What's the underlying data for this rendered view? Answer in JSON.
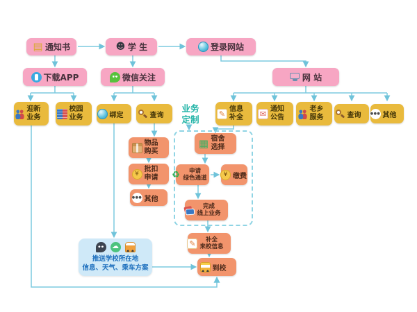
{
  "palette": {
    "pink_box": "#f7a6c3",
    "gold_box": "#e9ba3d",
    "orange_box": "#f2946c",
    "arrow": "#7ccadf",
    "teal_label": "#1fb3a6",
    "push_box_bg": "#cfe9f8",
    "push_box_text": "#1d6fbd",
    "dashed_border": "#8fd4e4"
  },
  "icons": {
    "document-icon": "▤",
    "student-icon": "☻",
    "globe-icon": "",
    "app-icon": "",
    "wechat-icon": "",
    "monitor-icon": "",
    "people-icon": "",
    "campus-icon": "",
    "magnifier-icon": "",
    "pencil-icon": "✎",
    "mail-icon": "✉",
    "dots-icon": "●●●",
    "box-icon": "",
    "yen-icon": "¥",
    "building-icon": "▦",
    "recycle-icon": "♻",
    "moneybag-icon": "¥",
    "cards-icon": "",
    "bus-icon": "",
    "chat-icon": "",
    "cloud-icon": "☁",
    "car-icon": ""
  },
  "flow": {
    "notice": {
      "lines": [
        "通知书"
      ],
      "icon": "document-icon"
    },
    "student": {
      "lines": [
        "学 生"
      ],
      "icon": "student-icon"
    },
    "login": {
      "lines": [
        "登录网站"
      ],
      "icon": "globe-icon"
    },
    "app": {
      "lines": [
        "下载APP"
      ],
      "icon": "app-icon"
    },
    "wechat": {
      "lines": [
        "微信关注"
      ],
      "icon": "wechat-icon"
    },
    "website": {
      "lines": [
        "网 站"
      ],
      "icon": "monitor-icon"
    },
    "welcome": {
      "lines": [
        "迎新",
        "业务"
      ],
      "icon": "people-icon"
    },
    "campus": {
      "lines": [
        "校园",
        "业务"
      ],
      "icon": "campus-icon"
    },
    "bind": {
      "lines": [
        "绑定"
      ],
      "icon": "globe-icon"
    },
    "query_wechat": {
      "lines": [
        "查询"
      ],
      "icon": "magnifier-icon"
    },
    "custom": {
      "lines": [
        "业务",
        "定制"
      ]
    },
    "info_complete": {
      "lines": [
        "信息",
        "补全"
      ],
      "icon": "pencil-icon"
    },
    "announce": {
      "lines": [
        "通知",
        "公告"
      ],
      "icon": "mail-icon"
    },
    "fellow": {
      "lines": [
        "老乡",
        "服务"
      ],
      "icon": "people-icon"
    },
    "query_web": {
      "lines": [
        "查询"
      ],
      "icon": "magnifier-icon"
    },
    "other_web": {
      "lines": [
        "其他"
      ],
      "icon": "dots-icon"
    },
    "goods": {
      "lines": [
        "物品",
        "购买"
      ],
      "icon": "box-icon"
    },
    "deduct": {
      "lines": [
        "批扣",
        "申请"
      ],
      "icon": "yen-icon"
    },
    "other_custom": {
      "lines": [
        "其他"
      ],
      "icon": "dots-icon"
    },
    "dorm": {
      "lines": [
        "宿舍",
        "选择"
      ],
      "icon": "building-icon"
    },
    "green_channel": {
      "lines": [
        "申请",
        "绿色通道"
      ],
      "icon": "recycle-icon"
    },
    "pay": {
      "lines": [
        "缴费"
      ],
      "icon": "moneybag-icon"
    },
    "finish_online": {
      "lines": [
        "完成",
        "线上业务"
      ],
      "icon": "cards-icon"
    },
    "fill_arrival": {
      "lines": [
        "补全",
        "来校信息"
      ],
      "icon": "pencil-icon"
    },
    "arrive": {
      "lines": [
        "到校"
      ],
      "icon": "bus-icon"
    },
    "push_info": {
      "lines": [
        "推送学校所在地",
        "信息、天气、乘车方案"
      ],
      "icons": [
        "chat-icon",
        "cloud-icon",
        "car-icon"
      ]
    }
  }
}
